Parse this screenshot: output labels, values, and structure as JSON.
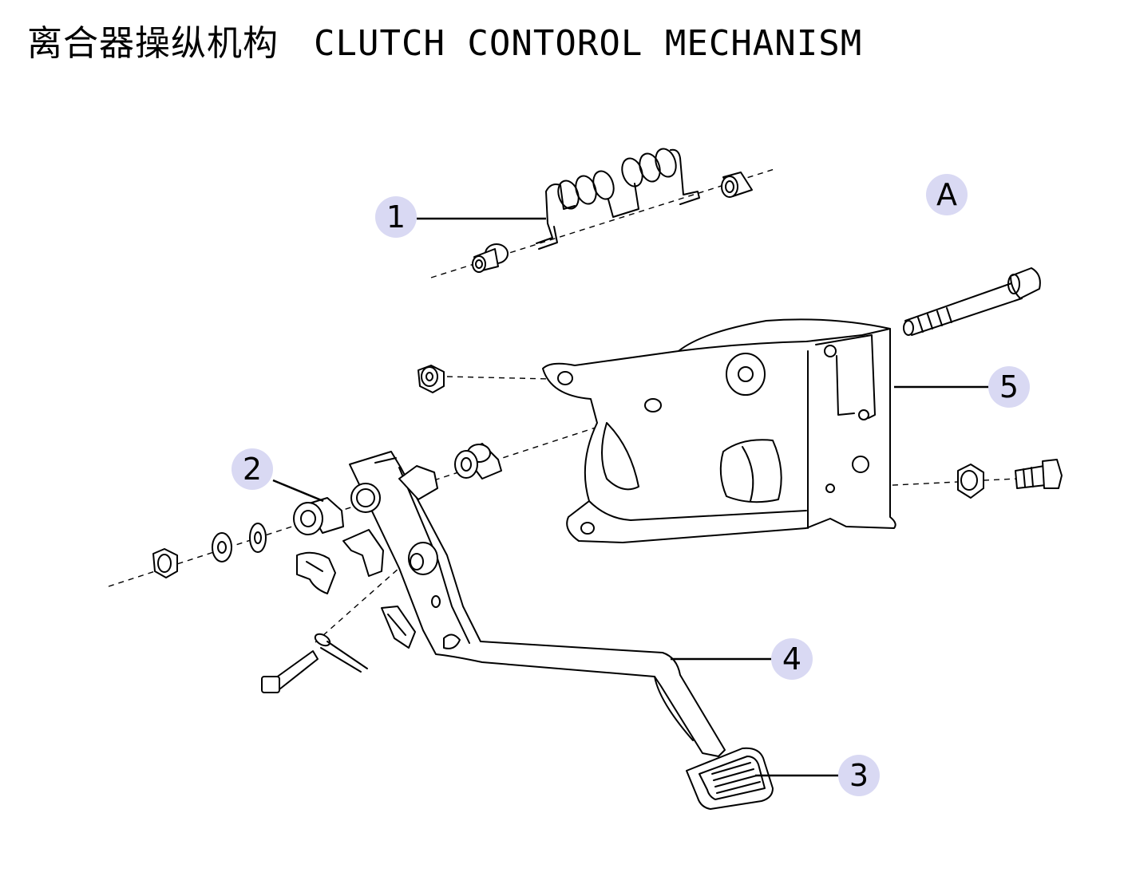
{
  "title": {
    "chinese": "离合器操纵机构",
    "english": "CLUTCH CONTOROL MECHANISM"
  },
  "callouts": [
    {
      "id": "1",
      "label": "1"
    },
    {
      "id": "2",
      "label": "2"
    },
    {
      "id": "3",
      "label": "3"
    },
    {
      "id": "4",
      "label": "4"
    },
    {
      "id": "5",
      "label": "5"
    },
    {
      "id": "A",
      "label": "A"
    }
  ],
  "colors": {
    "callout_fill": "#d9d9f3",
    "line": "#000000",
    "background": "#ffffff"
  }
}
